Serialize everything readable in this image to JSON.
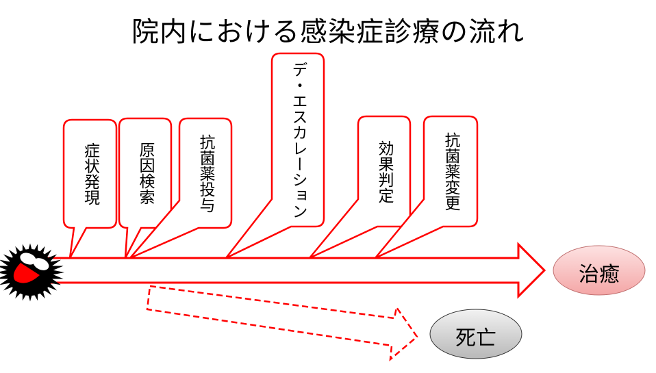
{
  "title": "院内における感染症診療の流れ",
  "steps": [
    {
      "label": "症状発現"
    },
    {
      "label": "原因検索"
    },
    {
      "label": "抗菌薬投与"
    },
    {
      "label": "デ・エスカレーション"
    },
    {
      "label": "効果判定"
    },
    {
      "label": "抗菌薬変更"
    }
  ],
  "outcomes": {
    "cure": "治癒",
    "death": "死亡"
  },
  "colors": {
    "accent": "#ff0000",
    "cure_fill": "#f8b4b4",
    "death_fill": "#c8c8c8"
  },
  "icons": {
    "germ": "germ-mascot-icon"
  }
}
